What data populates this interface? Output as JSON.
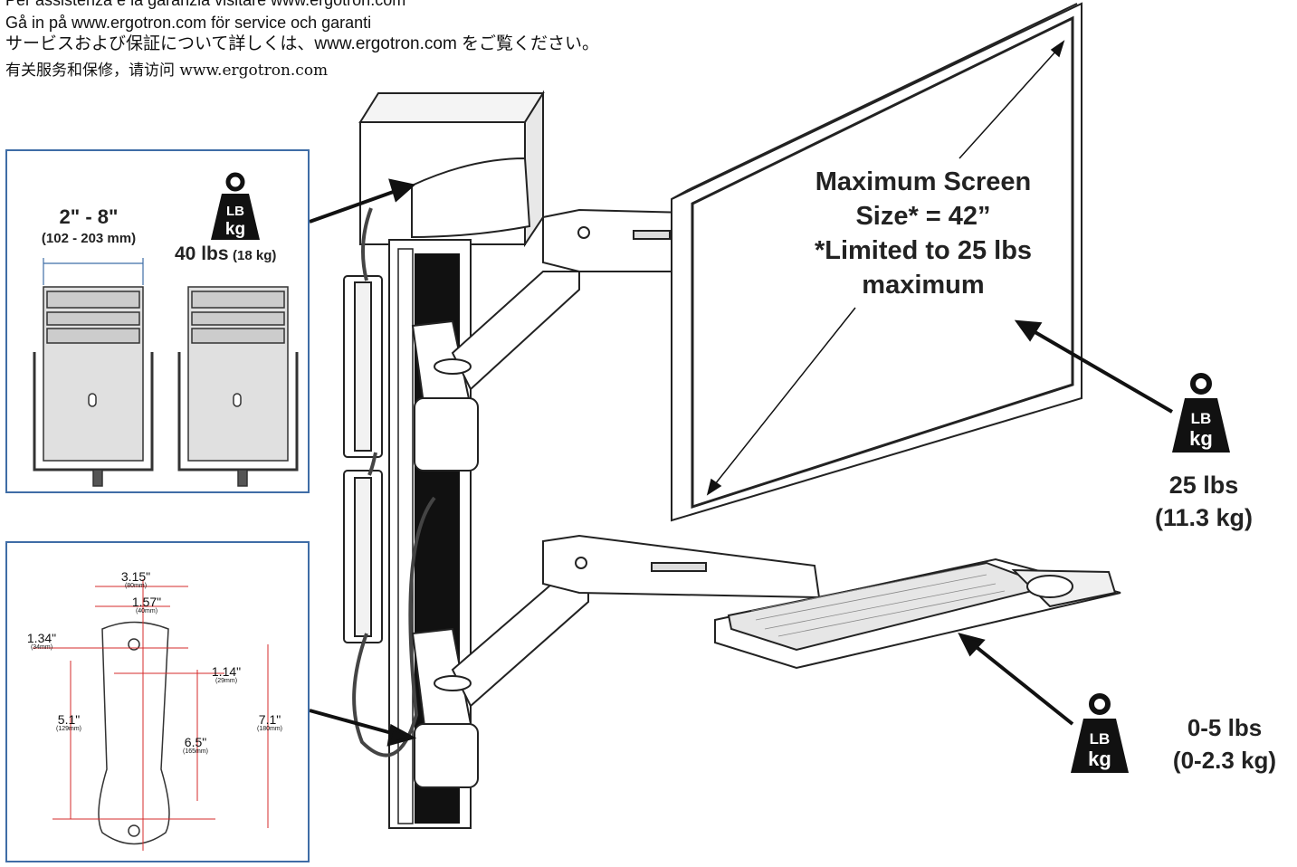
{
  "service_lines": [
    "Per assistenza e la garanzia visitare www.ergotron.com",
    "Gå in på www.ergotron.com för service och garanti",
    "サービスおよび保証について詳しくは、www.ergotron.com をご覧ください。",
    "有关服务和保修，请访问 www.ergotron.com"
  ],
  "cpu_panel": {
    "width_range": "2\" - 8\"",
    "width_range_mm": "(102 - 203 mm)",
    "weight": "40 lbs",
    "weight_metric": "(18 kg)"
  },
  "weight_icon_text": {
    "line1": "LB",
    "line2": "kg"
  },
  "monitor": {
    "max_size_line1": "Maximum Screen",
    "max_size_line2": "Size* = 42”",
    "limit_line1": "*Limited to 25 lbs",
    "limit_line2": "maximum",
    "weight": "25 lbs",
    "weight_metric": "(11.3 kg)"
  },
  "keyboard": {
    "weight": "0-5 lbs",
    "weight_metric": "(0-2.3 kg)"
  },
  "bracket_dims": [
    {
      "value": "3.15\"",
      "metric": "(80mm)"
    },
    {
      "value": "1.57\"",
      "metric": "(40mm)"
    },
    {
      "value": "1.34\"",
      "metric": "(34mm)"
    },
    {
      "value": "1.14\"",
      "metric": "(29mm)"
    },
    {
      "value": "5.1\"",
      "metric": "(129mm)"
    },
    {
      "value": "6.5\"",
      "metric": "(165mm)"
    },
    {
      "value": "7.1\"",
      "metric": "(180mm)"
    }
  ],
  "colors": {
    "panel_border": "#3f6da6",
    "dimension_red": "#d62b2b",
    "pole": "#111111"
  }
}
